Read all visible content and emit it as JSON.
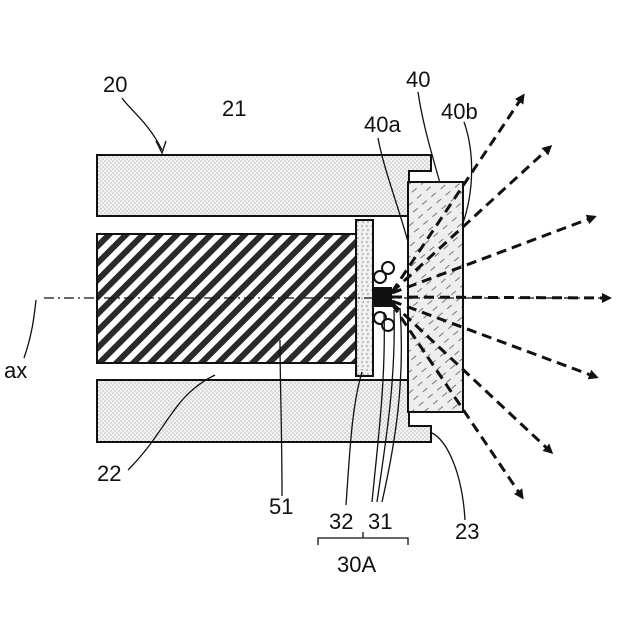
{
  "labels": {
    "l20": "20",
    "l21": "21",
    "l40": "40",
    "l40a": "40a",
    "l40b": "40b",
    "lax": "ax",
    "l22": "22",
    "l51": "51",
    "l32": "32",
    "l31": "31",
    "l23": "23",
    "l30A": "30A"
  },
  "colors": {
    "line": "#111111",
    "dot_fill": "#e6e6e6",
    "hatch": "#222222"
  }
}
